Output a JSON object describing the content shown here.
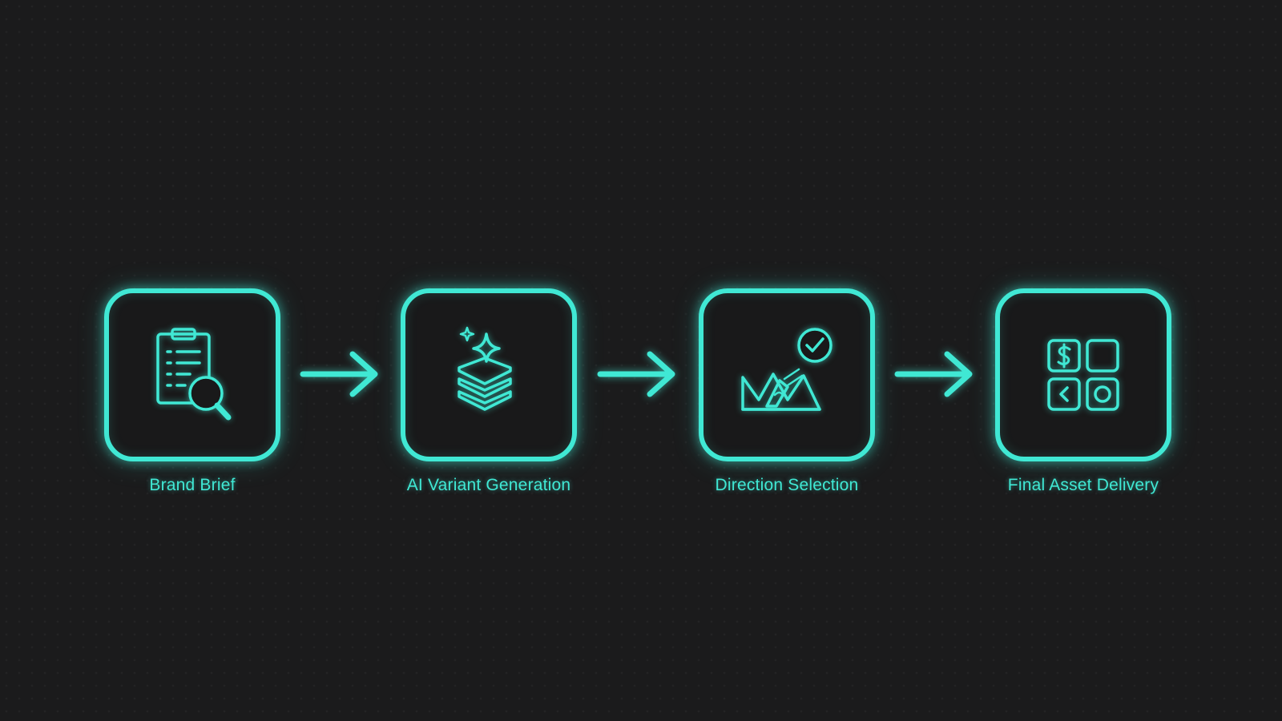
{
  "theme": {
    "background": "#1b1b1c",
    "accent": "#40e8d4"
  },
  "steps": [
    {
      "label": "Brand Brief",
      "icon": "clipboard-search-icon"
    },
    {
      "label": "AI Variant Generation",
      "icon": "sparkle-layers-icon"
    },
    {
      "label": "Direction Selection",
      "icon": "mountain-check-icon"
    },
    {
      "label": "Final Asset Delivery",
      "icon": "asset-grid-icon"
    }
  ],
  "arrows": [
    "arrow-right-icon",
    "arrow-right-icon",
    "arrow-right-icon"
  ]
}
